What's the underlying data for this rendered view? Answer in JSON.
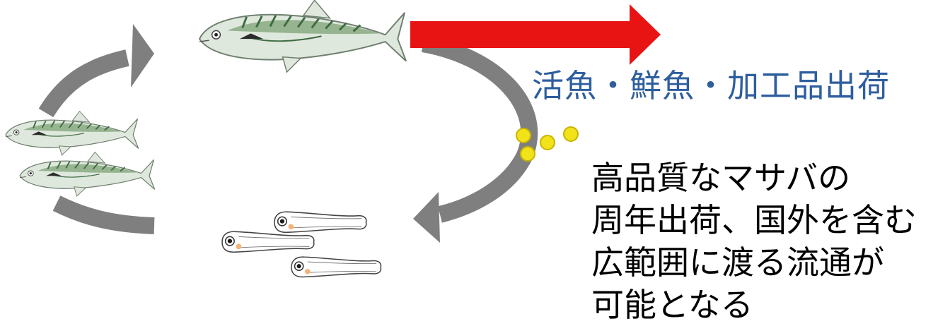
{
  "shipping_label": "活魚・鮮魚・加工品出荷",
  "description_lines": [
    "高品質なマサバの",
    "周年出荷、国外を含む",
    "広範囲に渡る流通が",
    "可能となる"
  ],
  "colors": {
    "cycle_arrow": "#7f7f7f",
    "shipping_arrow": "#e81414",
    "shipping_label": "#2e5e9e",
    "eggs": "#f2e219",
    "fish_body": "#c9d8c4",
    "fish_stripes": "#3f6b43"
  },
  "icons": [
    "adult-mackerel-icon",
    "broodstock-mackerel-icon",
    "egg-icon",
    "larva-icon"
  ]
}
